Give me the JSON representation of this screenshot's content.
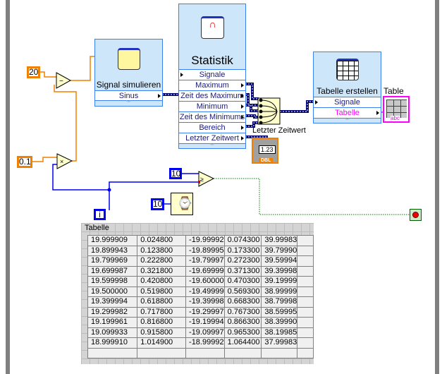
{
  "constants": {
    "c20": "20",
    "c01": "0.1",
    "loop_count": "10",
    "wait_ms": "10"
  },
  "loop_index": "i",
  "signal_node": {
    "title": "Signal simulieren",
    "rows": [
      "Sinus"
    ]
  },
  "stat_node": {
    "title": "Statistik",
    "rows": [
      "Signale",
      "Maximum",
      "Zeit des Maximum",
      "Minimum",
      "Zeit des Minimums",
      "Bereich",
      "Letzter Zeitwert"
    ]
  },
  "build_array_label": "Letzter Zeitwert",
  "indicator": {
    "value": "1.23",
    "type": "DBL"
  },
  "table_node": {
    "title": "Tabelle erstellen",
    "rows": [
      "Signale",
      "Tabelle"
    ]
  },
  "table_terminal": {
    "label": "Table",
    "abc": "abc"
  },
  "table": {
    "caption": "Tabelle",
    "rows": [
      [
        "19.999909",
        "0.024800",
        "-19.99992",
        "0.074300",
        "39.99983",
        ""
      ],
      [
        "19.899943",
        "0.123800",
        "-19.89995",
        "0.173300",
        "39.79990",
        ""
      ],
      [
        "19.799969",
        "0.222800",
        "-19.79997",
        "0.272300",
        "39.59994",
        ""
      ],
      [
        "19.699987",
        "0.321800",
        "-19.69999",
        "0.371300",
        "39.39998",
        ""
      ],
      [
        "19.599998",
        "0.420800",
        "-19.60000",
        "0.470300",
        "39.19999",
        ""
      ],
      [
        "19.500000",
        "0.519800",
        "-19.49999",
        "0.569300",
        "38.99999",
        ""
      ],
      [
        "19.399994",
        "0.618800",
        "-19.39998",
        "0.668300",
        "38.79998",
        ""
      ],
      [
        "19.299982",
        "0.717800",
        "-19.29997",
        "0.767300",
        "38.59995",
        ""
      ],
      [
        "19.199961",
        "0.816800",
        "-19.19994",
        "0.866300",
        "38.39990",
        ""
      ],
      [
        "19.099933",
        "0.915800",
        "-19.09997",
        "0.965300",
        "38.19985",
        ""
      ],
      [
        "18.999910",
        "1.014900",
        "-18.99992",
        "1.064400",
        "37.99983",
        ""
      ],
      [
        "",
        "",
        "",
        "",
        "",
        ""
      ]
    ]
  },
  "colors": {
    "numeric_wire": "#f08000",
    "integer_wire": "#0000f0",
    "boolean_wire": "#008000",
    "string_wire": "#ff00ff",
    "dynamic_wire": "#00006e",
    "node_bg": "#cde6fa"
  }
}
